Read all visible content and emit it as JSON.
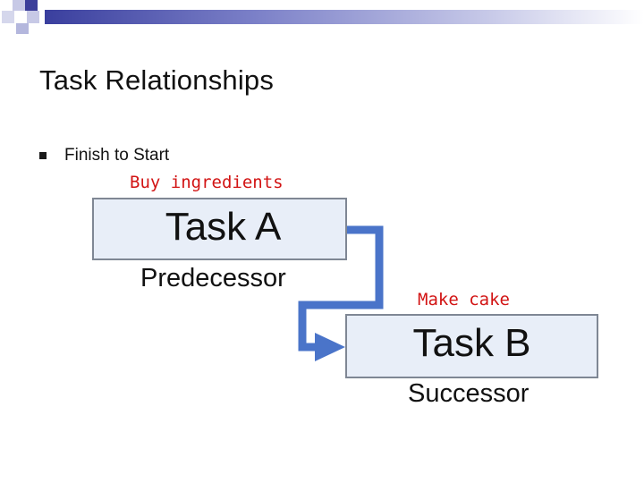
{
  "slide": {
    "title": "Task Relationships",
    "bullet": "Finish to Start"
  },
  "task_a": {
    "name": "Task A",
    "role": "Predecessor",
    "note": "Buy ingredients"
  },
  "task_b": {
    "name": "Task B",
    "role": "Successor",
    "note": "Make cake"
  },
  "colors": {
    "arrow": "#4a74c9",
    "note": "#d21414",
    "box_fill": "#e8eef8"
  }
}
